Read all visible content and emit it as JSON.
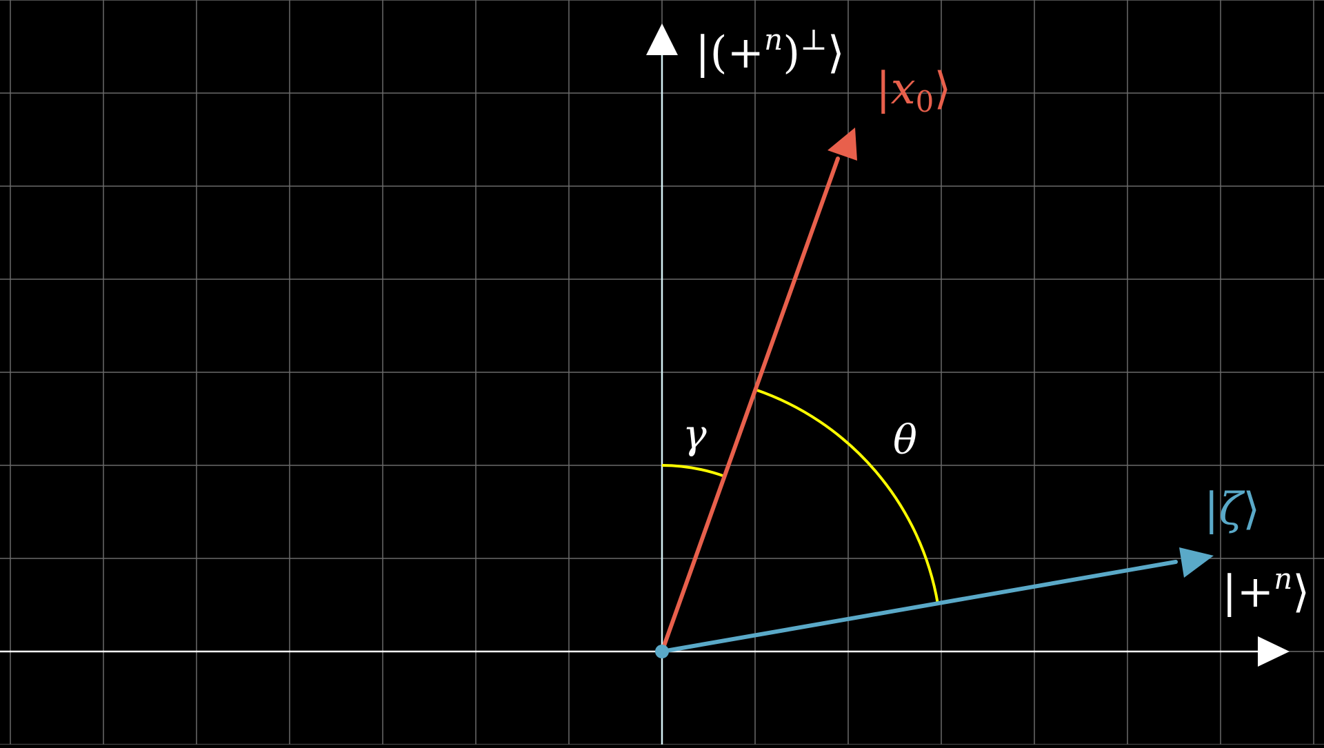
{
  "diagram": {
    "colors": {
      "background": "#000000",
      "grid": "#6b6b6b",
      "axis": "#ffffff",
      "axis_tint": "#d6f2f6",
      "x0_vector": "#e8604c",
      "zeta_vector": "#5aa9c8",
      "angle_arc": "#ffff00",
      "label_white": "#ffffff"
    },
    "labels": {
      "y_axis_bar_open": "|(+",
      "y_axis_sup_n": "n",
      "y_axis_close_paren": ")",
      "y_axis_sup_perp": "⊥",
      "y_axis_close_angle": "⟩",
      "x0_bar": "|",
      "x0_var": "x",
      "x0_sub": "0",
      "x0_close": "⟩",
      "zeta_bar": "|",
      "zeta_var": "ζ",
      "zeta_close": "⟩",
      "plus_n_open": "|+",
      "plus_n_sup": "n",
      "plus_n_close": "⟩",
      "gamma": "γ",
      "theta": "θ"
    },
    "icons": {
      "y_axis_arrowhead": "triangle-up",
      "x_axis_arrowhead": "triangle-right",
      "origin_dot": "circle"
    }
  }
}
